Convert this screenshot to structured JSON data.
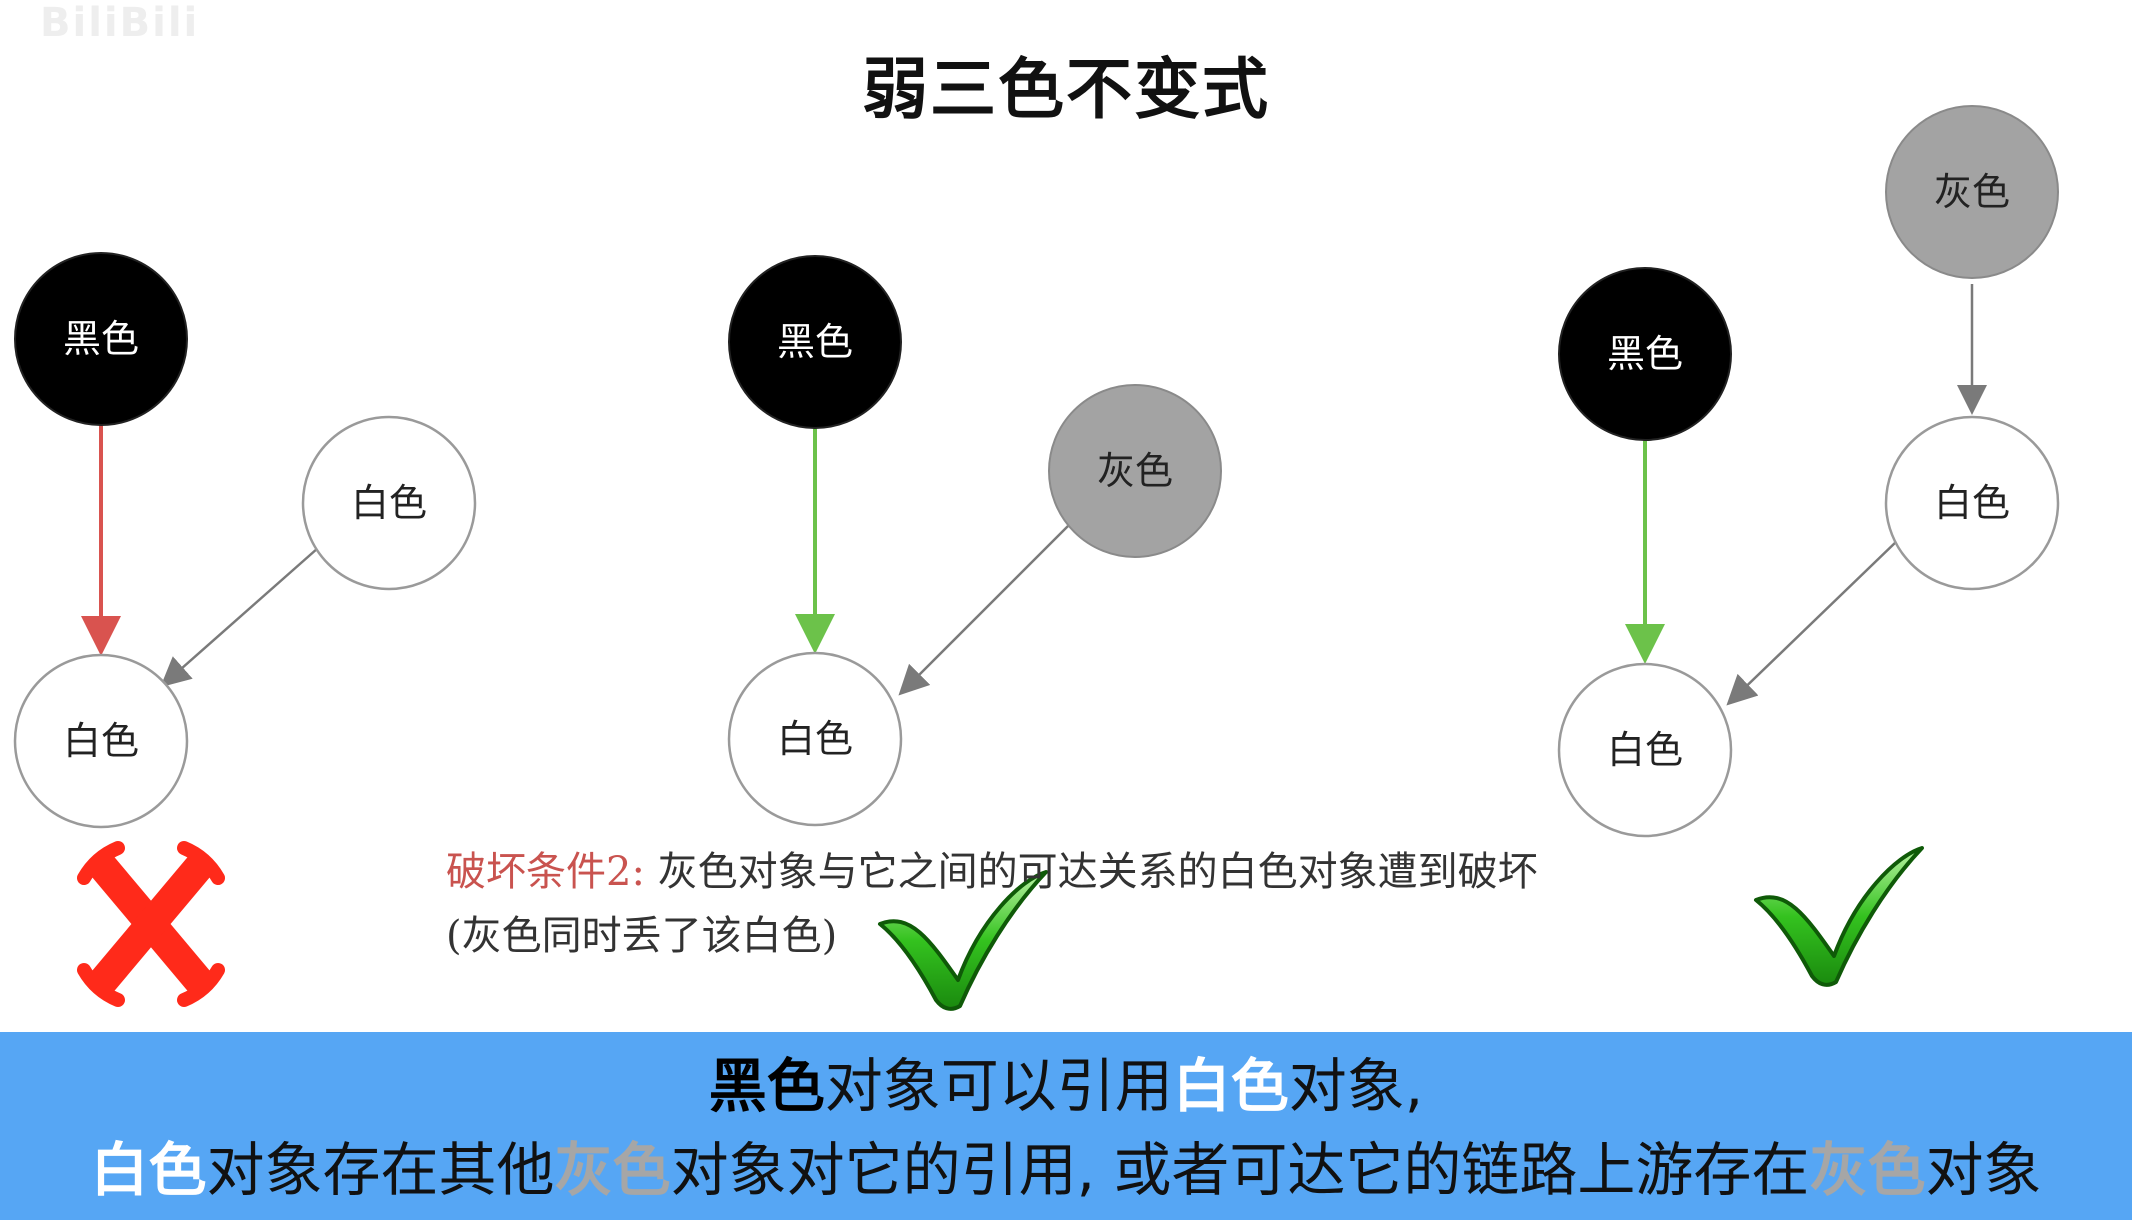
{
  "watermark": "BiliBili",
  "title": "弱三色不变式",
  "labels": {
    "black": "黑色",
    "white": "白色",
    "gray": "灰色"
  },
  "colors": {
    "black_node": "#000000",
    "gray_node": "#a3a3a3",
    "white_node": "#ffffff",
    "bad_edge": "#d9534f",
    "good_edge": "#6cc24a",
    "plain_edge": "#7a7a7a",
    "banner": "#56a6f4",
    "cross": "#ff2a1a",
    "check": "#34c21f"
  },
  "panels": [
    {
      "verdict": "invalid",
      "verdict_icon": "red-cross-icon"
    },
    {
      "verdict": "valid",
      "verdict_icon": "green-check-icon"
    },
    {
      "verdict": "valid",
      "verdict_icon": "green-check-icon"
    }
  ],
  "note": {
    "condition": "破坏条件2:",
    "text": " 灰色对象与它之间的可达关系的白色对象遭到破坏",
    "line2": "(灰色同时丢了该白色)"
  },
  "banner": {
    "l1_a": "黑色",
    "l1_b": "对象可以引用",
    "l1_c": "白色",
    "l1_d": "对象,",
    "l2_a": "白色",
    "l2_b": "对象存在其他",
    "l2_c": "灰色",
    "l2_d": "对象对它的引用, 或者可达它的链路上游存在",
    "l2_e": "灰色",
    "l2_f": "对象"
  }
}
